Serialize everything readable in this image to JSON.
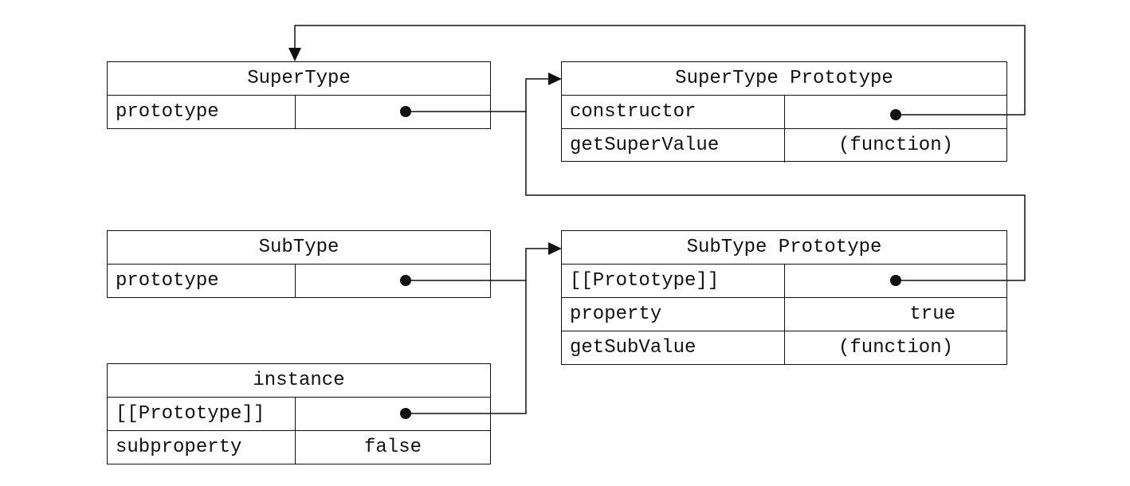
{
  "objects": {
    "supertype": {
      "title": "SuperType",
      "rows": [
        {
          "key": "prototype",
          "value": ""
        }
      ]
    },
    "supertype_prototype": {
      "title": "SuperType Prototype",
      "rows": [
        {
          "key": "constructor",
          "value": ""
        },
        {
          "key": "getSuperValue",
          "value": "(function)"
        }
      ]
    },
    "subtype": {
      "title": "SubType",
      "rows": [
        {
          "key": "prototype",
          "value": ""
        }
      ]
    },
    "subtype_prototype": {
      "title": "SubType Prototype",
      "rows": [
        {
          "key": "[[Prototype]]",
          "value": ""
        },
        {
          "key": "property",
          "value": "true"
        },
        {
          "key": "getSubValue",
          "value": "(function)"
        }
      ]
    },
    "instance": {
      "title": "instance",
      "rows": [
        {
          "key": "[[Prototype]]",
          "value": ""
        },
        {
          "key": "subproperty",
          "value": "false"
        }
      ]
    }
  },
  "colors": {
    "line": "#111111",
    "background": "#ffffff"
  }
}
